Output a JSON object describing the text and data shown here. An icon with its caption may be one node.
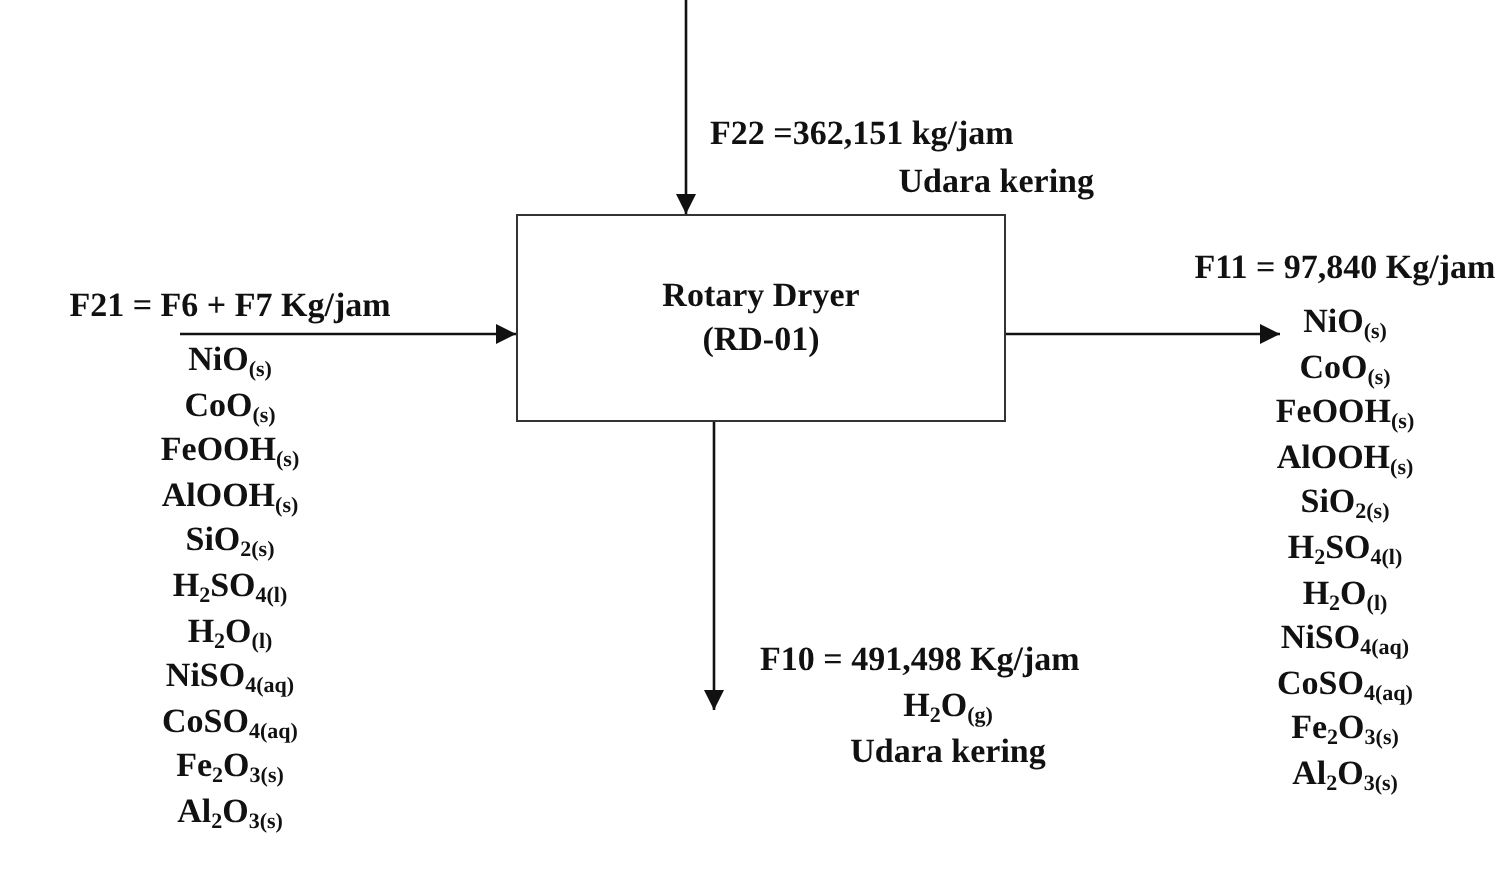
{
  "diagram": {
    "nodes": [
      {
        "text": [
          "Rotary Dryer (RD-01)"
        ]
      },
      {
        "text": [
          "F21 = F6 + F7 Kg/jam",
          "NiO$_{(s)}$",
          "CoO$_{(s)}$",
          "FeOOH$_{(s)}$",
          "AlOOH$_{(s)}$",
          "SiO$_{2(s)}$",
          "H$_{2}$SO$_{4(l)}$",
          "H$_{2}$O$_{(l)}$",
          "NiSO$_{4(aq)}$",
          "CoSO$_{4(aq)}$",
          "Fe$_{2}$O$_{3(s)}$",
          "Al$_{2}$O$_{3(s)}$"
        ]
      },
      {
        "text": [
          "F11 = 97,840 Kg/jam",
          "NiO$_{(s)}$",
          "CoO$_{(s)}$",
          "FeOOH$_{(s)}$",
          "AlOOH$_{(s)}$",
          "SiO$_{2(s)}$",
          "H$_{2}$SO$_{4(l)}$",
          "H$_{2}$O$_{(l)}$",
          "NiSO$_{4(aq)}$",
          "CoSO$_{4(aq)}$",
          "Fe$_{2}$O$_{3(s)}$",
          "Al$_{2}$O$_{3(s)}$"
        ]
      }
    ],
    "edges": [
      {
        "from": 1,
        "to": 0,
        "arrow": "to"
      },
      {
        "from": null,
        "to": 0,
        "arrow": "to"
      },
      {
        "from": 0,
        "to": 2,
        "arrow": "to"
      },
      {
        "from": 0,
        "to": null,
        "arrow": "to"
      }
    ],
    "labels": [
      "F22 =362,151 kg/jam",
      "Udara kering",
      "F10 = 491,498 Kg/jam",
      "H$_{2}$O$_{(g)}$",
      "Udara kering"
    ]
  }
}
